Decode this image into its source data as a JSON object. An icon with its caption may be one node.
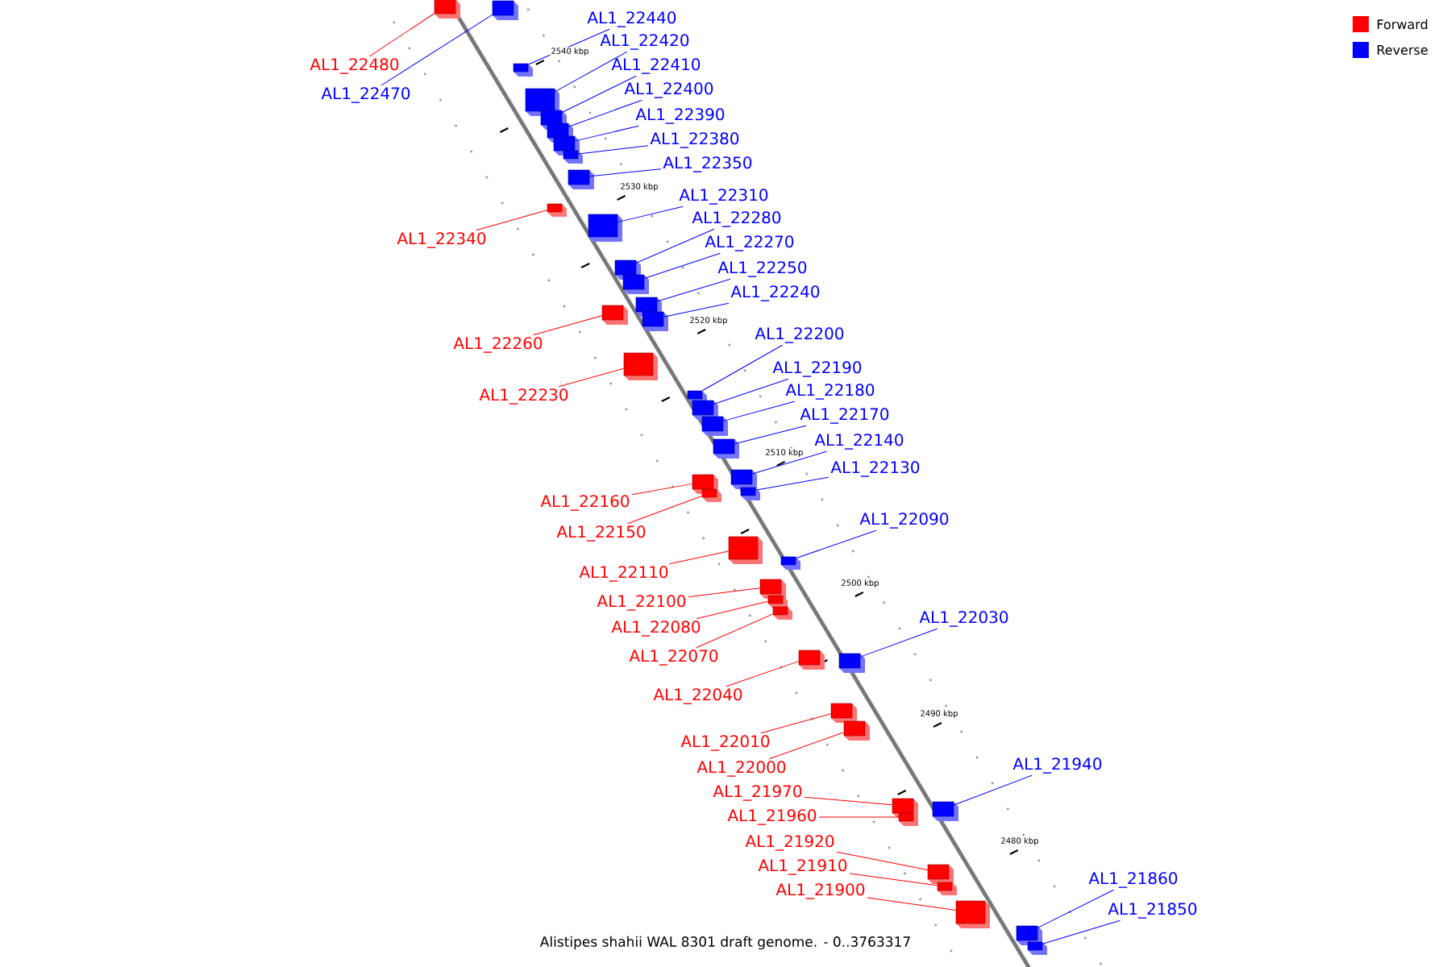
{
  "diagram": {
    "caption": "Alistipes shahii WAL 8301 draft genome. - 0..3763317",
    "nodes": [
      {
        "text": [
          "AL1_22480"
        ]
      },
      {
        "text": [],
        "shape": "box"
      },
      {
        "text": [
          "AL1_22440"
        ]
      },
      {
        "text": [],
        "shape": "box"
      },
      {
        "text": [
          "AL1_22470"
        ]
      },
      {
        "text": [],
        "shape": "box"
      },
      {
        "text": [
          "AL1_22420"
        ]
      },
      {
        "text": [],
        "shape": "box"
      },
      {
        "text": [
          "AL1_22410"
        ]
      },
      {
        "text": [],
        "shape": "box"
      },
      {
        "text": [
          "AL1_22400"
        ]
      },
      {
        "text": [],
        "shape": "box"
      },
      {
        "text": [
          "AL1_22390"
        ]
      },
      {
        "text": [],
        "shape": "box"
      },
      {
        "text": [
          "AL1_22380"
        ]
      },
      {
        "text": [],
        "shape": "box"
      },
      {
        "text": [
          "AL1_22350"
        ]
      },
      {
        "text": [],
        "shape": "box"
      },
      {
        "text": [
          "AL1_22310"
        ]
      },
      {
        "text": [],
        "shape": "box"
      },
      {
        "text": [
          "AL1_22340"
        ]
      },
      {
        "text": [],
        "shape": "box"
      },
      {
        "text": [
          "AL1_22280"
        ]
      },
      {
        "text": [],
        "shape": "box"
      },
      {
        "text": [
          "AL1_22270"
        ]
      },
      {
        "text": [],
        "shape": "box"
      },
      {
        "text": [
          "AL1_22250"
        ]
      },
      {
        "text": [],
        "shape": "box"
      },
      {
        "text": [
          "AL1_22240"
        ]
      },
      {
        "text": [],
        "shape": "box"
      },
      {
        "text": [
          "AL1_22200"
        ]
      },
      {
        "text": [],
        "shape": "box"
      },
      {
        "text": [
          "AL1_22260"
        ]
      },
      {
        "text": [],
        "shape": "box"
      },
      {
        "text": [
          "AL1_22190"
        ]
      },
      {
        "text": [],
        "shape": "box"
      },
      {
        "text": [
          "AL1_22180"
        ]
      },
      {
        "text": [],
        "shape": "box"
      },
      {
        "text": [
          "AL1_22230"
        ]
      },
      {
        "text": [],
        "shape": "box"
      },
      {
        "text": [
          "AL1_22170"
        ]
      },
      {
        "text": [],
        "shape": "box"
      },
      {
        "text": [
          "AL1_22140"
        ]
      },
      {
        "text": [],
        "shape": "box"
      },
      {
        "text": [
          "AL1_22130"
        ]
      },
      {
        "text": [],
        "shape": "box"
      },
      {
        "text": [
          "AL1_22160"
        ]
      },
      {
        "text": [],
        "shape": "box"
      },
      {
        "text": [
          "AL1_22090"
        ]
      },
      {
        "text": [],
        "shape": "box"
      },
      {
        "text": [
          "AL1_22150"
        ]
      },
      {
        "text": [],
        "shape": "box"
      },
      {
        "text": [
          "AL1_22110"
        ]
      },
      {
        "text": [],
        "shape": "box"
      },
      {
        "text": [
          "AL1_22100"
        ]
      },
      {
        "text": [],
        "shape": "box"
      },
      {
        "text": [
          "AL1_22030"
        ]
      },
      {
        "text": [],
        "shape": "box"
      },
      {
        "text": [
          "AL1_22080"
        ]
      },
      {
        "text": [],
        "shape": "box"
      },
      {
        "text": [
          "AL1_22070"
        ]
      },
      {
        "text": [],
        "shape": "box"
      },
      {
        "text": [
          "AL1_22040"
        ]
      },
      {
        "text": [],
        "shape": "box"
      },
      {
        "text": [
          "AL1_22010"
        ]
      },
      {
        "text": [],
        "shape": "box"
      },
      {
        "text": [
          "AL1_21940"
        ]
      },
      {
        "text": [],
        "shape": "box"
      },
      {
        "text": [
          "AL1_22000"
        ]
      },
      {
        "text": [],
        "shape": "box"
      },
      {
        "text": [
          "AL1_21970"
        ]
      },
      {
        "text": [],
        "shape": "box"
      },
      {
        "text": [
          "AL1_21960"
        ]
      },
      {
        "text": [],
        "shape": "box"
      },
      {
        "text": [
          "AL1_21920"
        ]
      },
      {
        "text": [],
        "shape": "box"
      },
      {
        "text": [
          "AL1_21910"
        ]
      },
      {
        "text": [],
        "shape": "box"
      },
      {
        "text": [
          "AL1_21860"
        ]
      },
      {
        "text": [],
        "shape": "box"
      },
      {
        "text": [
          "AL1_21900"
        ]
      },
      {
        "text": [],
        "shape": "box"
      },
      {
        "text": [
          "AL1_21850"
        ]
      },
      {
        "text": [],
        "shape": "box"
      }
    ],
    "edges": [
      {
        "from": 0,
        "to": 1,
        "arrow": "none",
        "color": "#ff0000"
      },
      {
        "from": 2,
        "to": 3,
        "arrow": "none",
        "color": "#0000ff"
      },
      {
        "from": 4,
        "to": 5,
        "arrow": "none",
        "color": "#0000ff"
      },
      {
        "from": 6,
        "to": 7,
        "arrow": "none",
        "color": "#0000ff"
      },
      {
        "from": 8,
        "to": 9,
        "arrow": "none",
        "color": "#0000ff"
      },
      {
        "from": 10,
        "to": 11,
        "arrow": "none",
        "color": "#0000ff"
      },
      {
        "from": 12,
        "to": 13,
        "arrow": "none",
        "color": "#0000ff"
      },
      {
        "from": 14,
        "to": 15,
        "arrow": "none",
        "color": "#0000ff"
      },
      {
        "from": 16,
        "to": 17,
        "arrow": "none",
        "color": "#0000ff"
      },
      {
        "from": 18,
        "to": 19,
        "arrow": "none",
        "color": "#0000ff"
      },
      {
        "from": 20,
        "to": 21,
        "arrow": "none",
        "color": "#ff0000"
      },
      {
        "from": 22,
        "to": 23,
        "arrow": "none",
        "color": "#0000ff"
      },
      {
        "from": 24,
        "to": 25,
        "arrow": "none",
        "color": "#0000ff"
      },
      {
        "from": 26,
        "to": 27,
        "arrow": "none",
        "color": "#0000ff"
      },
      {
        "from": 28,
        "to": 29,
        "arrow": "none",
        "color": "#0000ff"
      },
      {
        "from": 30,
        "to": 31,
        "arrow": "none",
        "color": "#0000ff"
      },
      {
        "from": 32,
        "to": 33,
        "arrow": "none",
        "color": "#ff0000"
      },
      {
        "from": 34,
        "to": 35,
        "arrow": "none",
        "color": "#0000ff"
      },
      {
        "from": 36,
        "to": 37,
        "arrow": "none",
        "color": "#0000ff"
      },
      {
        "from": 38,
        "to": 39,
        "arrow": "none",
        "color": "#ff0000"
      },
      {
        "from": 40,
        "to": 41,
        "arrow": "none",
        "color": "#0000ff"
      },
      {
        "from": 42,
        "to": 43,
        "arrow": "none",
        "color": "#0000ff"
      },
      {
        "from": 44,
        "to": 45,
        "arrow": "none",
        "color": "#0000ff"
      },
      {
        "from": 46,
        "to": 47,
        "arrow": "none",
        "color": "#ff0000"
      },
      {
        "from": 48,
        "to": 49,
        "arrow": "none",
        "color": "#0000ff"
      },
      {
        "from": 50,
        "to": 51,
        "arrow": "none",
        "color": "#ff0000"
      },
      {
        "from": 52,
        "to": 53,
        "arrow": "none",
        "color": "#ff0000"
      },
      {
        "from": 54,
        "to": 55,
        "arrow": "none",
        "color": "#ff0000"
      },
      {
        "from": 56,
        "to": 57,
        "arrow": "none",
        "color": "#0000ff"
      },
      {
        "from": 58,
        "to": 59,
        "arrow": "none",
        "color": "#ff0000"
      },
      {
        "from": 60,
        "to": 61,
        "arrow": "none",
        "color": "#ff0000"
      },
      {
        "from": 62,
        "to": 63,
        "arrow": "none",
        "color": "#ff0000"
      },
      {
        "from": 64,
        "to": 65,
        "arrow": "none",
        "color": "#ff0000"
      },
      {
        "from": 66,
        "to": 67,
        "arrow": "none",
        "color": "#0000ff"
      },
      {
        "from": 68,
        "to": 69,
        "arrow": "none",
        "color": "#ff0000"
      },
      {
        "from": 70,
        "to": 71,
        "arrow": "none",
        "color": "#ff0000"
      },
      {
        "from": 72,
        "to": 73,
        "arrow": "none",
        "color": "#ff0000"
      },
      {
        "from": 74,
        "to": 75,
        "arrow": "none",
        "color": "#ff0000"
      },
      {
        "from": 76,
        "to": 77,
        "arrow": "none",
        "color": "#ff0000"
      },
      {
        "from": 78,
        "to": 79,
        "arrow": "none",
        "color": "#0000ff"
      },
      {
        "from": 80,
        "to": 81,
        "arrow": "none",
        "color": "#ff0000"
      },
      {
        "from": 82,
        "to": 83,
        "arrow": "none",
        "color": "#0000ff"
      }
    ],
    "labels": [
      "2540 kbp",
      "2530 kbp",
      "2520 kbp",
      "2510 kbp",
      "2500 kbp",
      "2490 kbp",
      "2480 kbp"
    ],
    "legend": [
      {
        "text": "Forward",
        "color": "#ff0000"
      },
      {
        "text": "Reverse",
        "color": "#0000ff"
      }
    ]
  }
}
